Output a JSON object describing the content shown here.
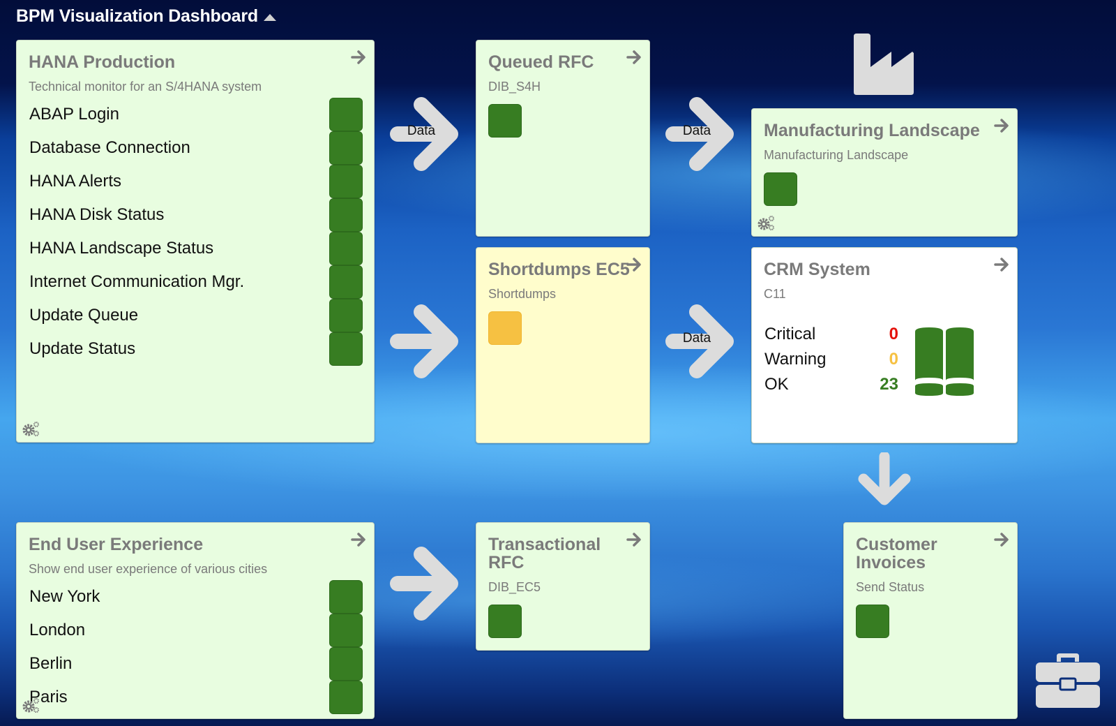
{
  "header": {
    "title": "BPM Visualization Dashboard",
    "collapse_icon": "caret-up-icon"
  },
  "colors": {
    "ok": "#377d22",
    "warning": "#f6c142",
    "critical": "#e4120c",
    "tile_green": "#e8fde0",
    "tile_yellow": "#fffdcc",
    "tile_white": "#ffffff",
    "arrow": "#dcdcdc"
  },
  "tiles": {
    "hana": {
      "title": "HANA Production",
      "subtitle": "Technical monitor for an S/4HANA system",
      "items": [
        {
          "label": "ABAP Login",
          "status": "ok"
        },
        {
          "label": "Database Connection",
          "status": "ok"
        },
        {
          "label": "HANA Alerts",
          "status": "ok"
        },
        {
          "label": "HANA Disk Status",
          "status": "ok"
        },
        {
          "label": "HANA Landscape Status",
          "status": "ok"
        },
        {
          "label": "Internet Communication Mgr.",
          "status": "ok"
        },
        {
          "label": "Update Queue",
          "status": "ok"
        },
        {
          "label": "Update Status",
          "status": "ok"
        }
      ]
    },
    "queued_rfc": {
      "title": "Queued RFC",
      "subtitle": "DIB_S4H",
      "status": "ok"
    },
    "manufacturing": {
      "title": "Manufacturing Landscape",
      "subtitle": "Manufacturing Landscape",
      "status": "ok"
    },
    "shortdumps": {
      "title": "Shortdumps EC5",
      "subtitle": "Shortdumps",
      "status": "warning"
    },
    "crm": {
      "title": "CRM System",
      "subtitle": "C11",
      "kpis": [
        {
          "label": "Critical",
          "value": "0",
          "color": "#e4120c"
        },
        {
          "label": "Warning",
          "value": "0",
          "color": "#f6c142"
        },
        {
          "label": "OK",
          "value": "23",
          "color": "#377d22"
        }
      ],
      "icon": "database-icon"
    },
    "end_user": {
      "title": "End User Experience",
      "subtitle": "Show end user experience of various cities",
      "items": [
        {
          "label": "New York",
          "status": "ok"
        },
        {
          "label": "London",
          "status": "ok"
        },
        {
          "label": "Berlin",
          "status": "ok"
        },
        {
          "label": "Paris",
          "status": "ok"
        }
      ]
    },
    "trfc": {
      "title": "Transactional RFC",
      "subtitle": "DIB_EC5",
      "status": "ok"
    },
    "invoices": {
      "title": "Customer Invoices",
      "subtitle": "Send Status",
      "status": "ok"
    }
  },
  "connectors": {
    "hana_to_qrfc": "Data",
    "qrfc_to_mfg": "Data",
    "sd_to_crm": "Data"
  },
  "decorations": {
    "factory": "factory-icon",
    "briefcase": "briefcase-icon"
  }
}
